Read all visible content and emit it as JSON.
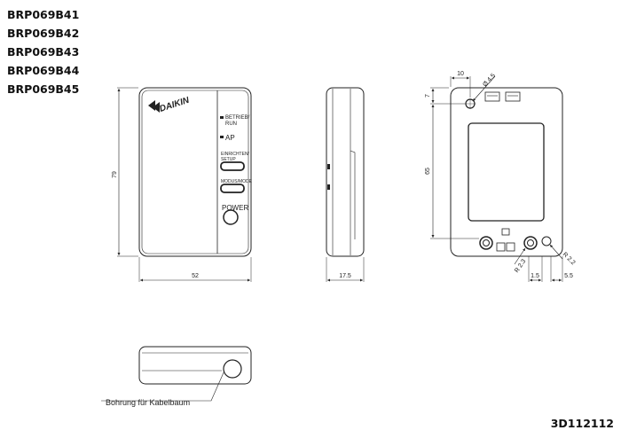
{
  "models": [
    "BRP069B41",
    "BRP069B42",
    "BRP069B43",
    "BRP069B44",
    "BRP069B45"
  ],
  "document_number": "3D112112",
  "front_view": {
    "brand": "DAIKIN",
    "led_run_label_1": "BETRIEB/",
    "led_run_label_2": "RUN",
    "led_ap_label": "AP",
    "setup_label_1": "EINRICHTEN/",
    "setup_label_2": "SETUP",
    "mode_label": "MODUS/MODE",
    "power_label": "POWER",
    "dim_height": "79",
    "dim_width": "52"
  },
  "side_view": {
    "dim_depth": "17.5"
  },
  "back_view": {
    "dim_hole_offset": "10",
    "dim_hole_diameter": "Ø 4.5",
    "dim_top_offset": "7",
    "dim_height": "65",
    "dim_radius_1": "R 2.3",
    "dim_radius_2": "R 2.2",
    "dim_gap_1": "1.5",
    "dim_gap_2": "5.5"
  },
  "bottom_view": {
    "cable_hole_label": "Bohrung für Kabelbaum"
  }
}
